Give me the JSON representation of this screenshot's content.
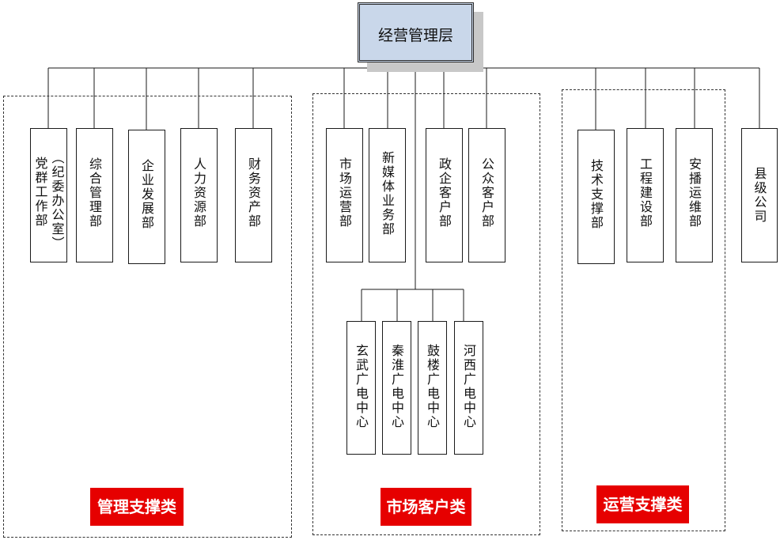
{
  "root": "经营管理层",
  "groups": {
    "management": {
      "label": "管理支撑类",
      "depts": [
        "纪委办公室",
        "综合管理部",
        "企业发展部",
        "人力资源部",
        "财务资产部"
      ],
      "dept1_prefix": "党群工作部"
    },
    "market": {
      "label": "市场客户类",
      "depts": [
        "市场运营部",
        "新媒体业务部",
        "政企客户部",
        "公众客户部"
      ],
      "centers": [
        "玄武广电中心",
        "秦淮广电中心",
        "鼓楼广电中心",
        "河西广电中心"
      ]
    },
    "operations": {
      "label": "运营支撑类",
      "depts": [
        "技术支撑部",
        "工程建设部",
        "安播运维部"
      ]
    }
  },
  "county": "县级公司",
  "colors": {
    "root_fill": "#c9d7ea",
    "category_fill": "#e60000"
  }
}
